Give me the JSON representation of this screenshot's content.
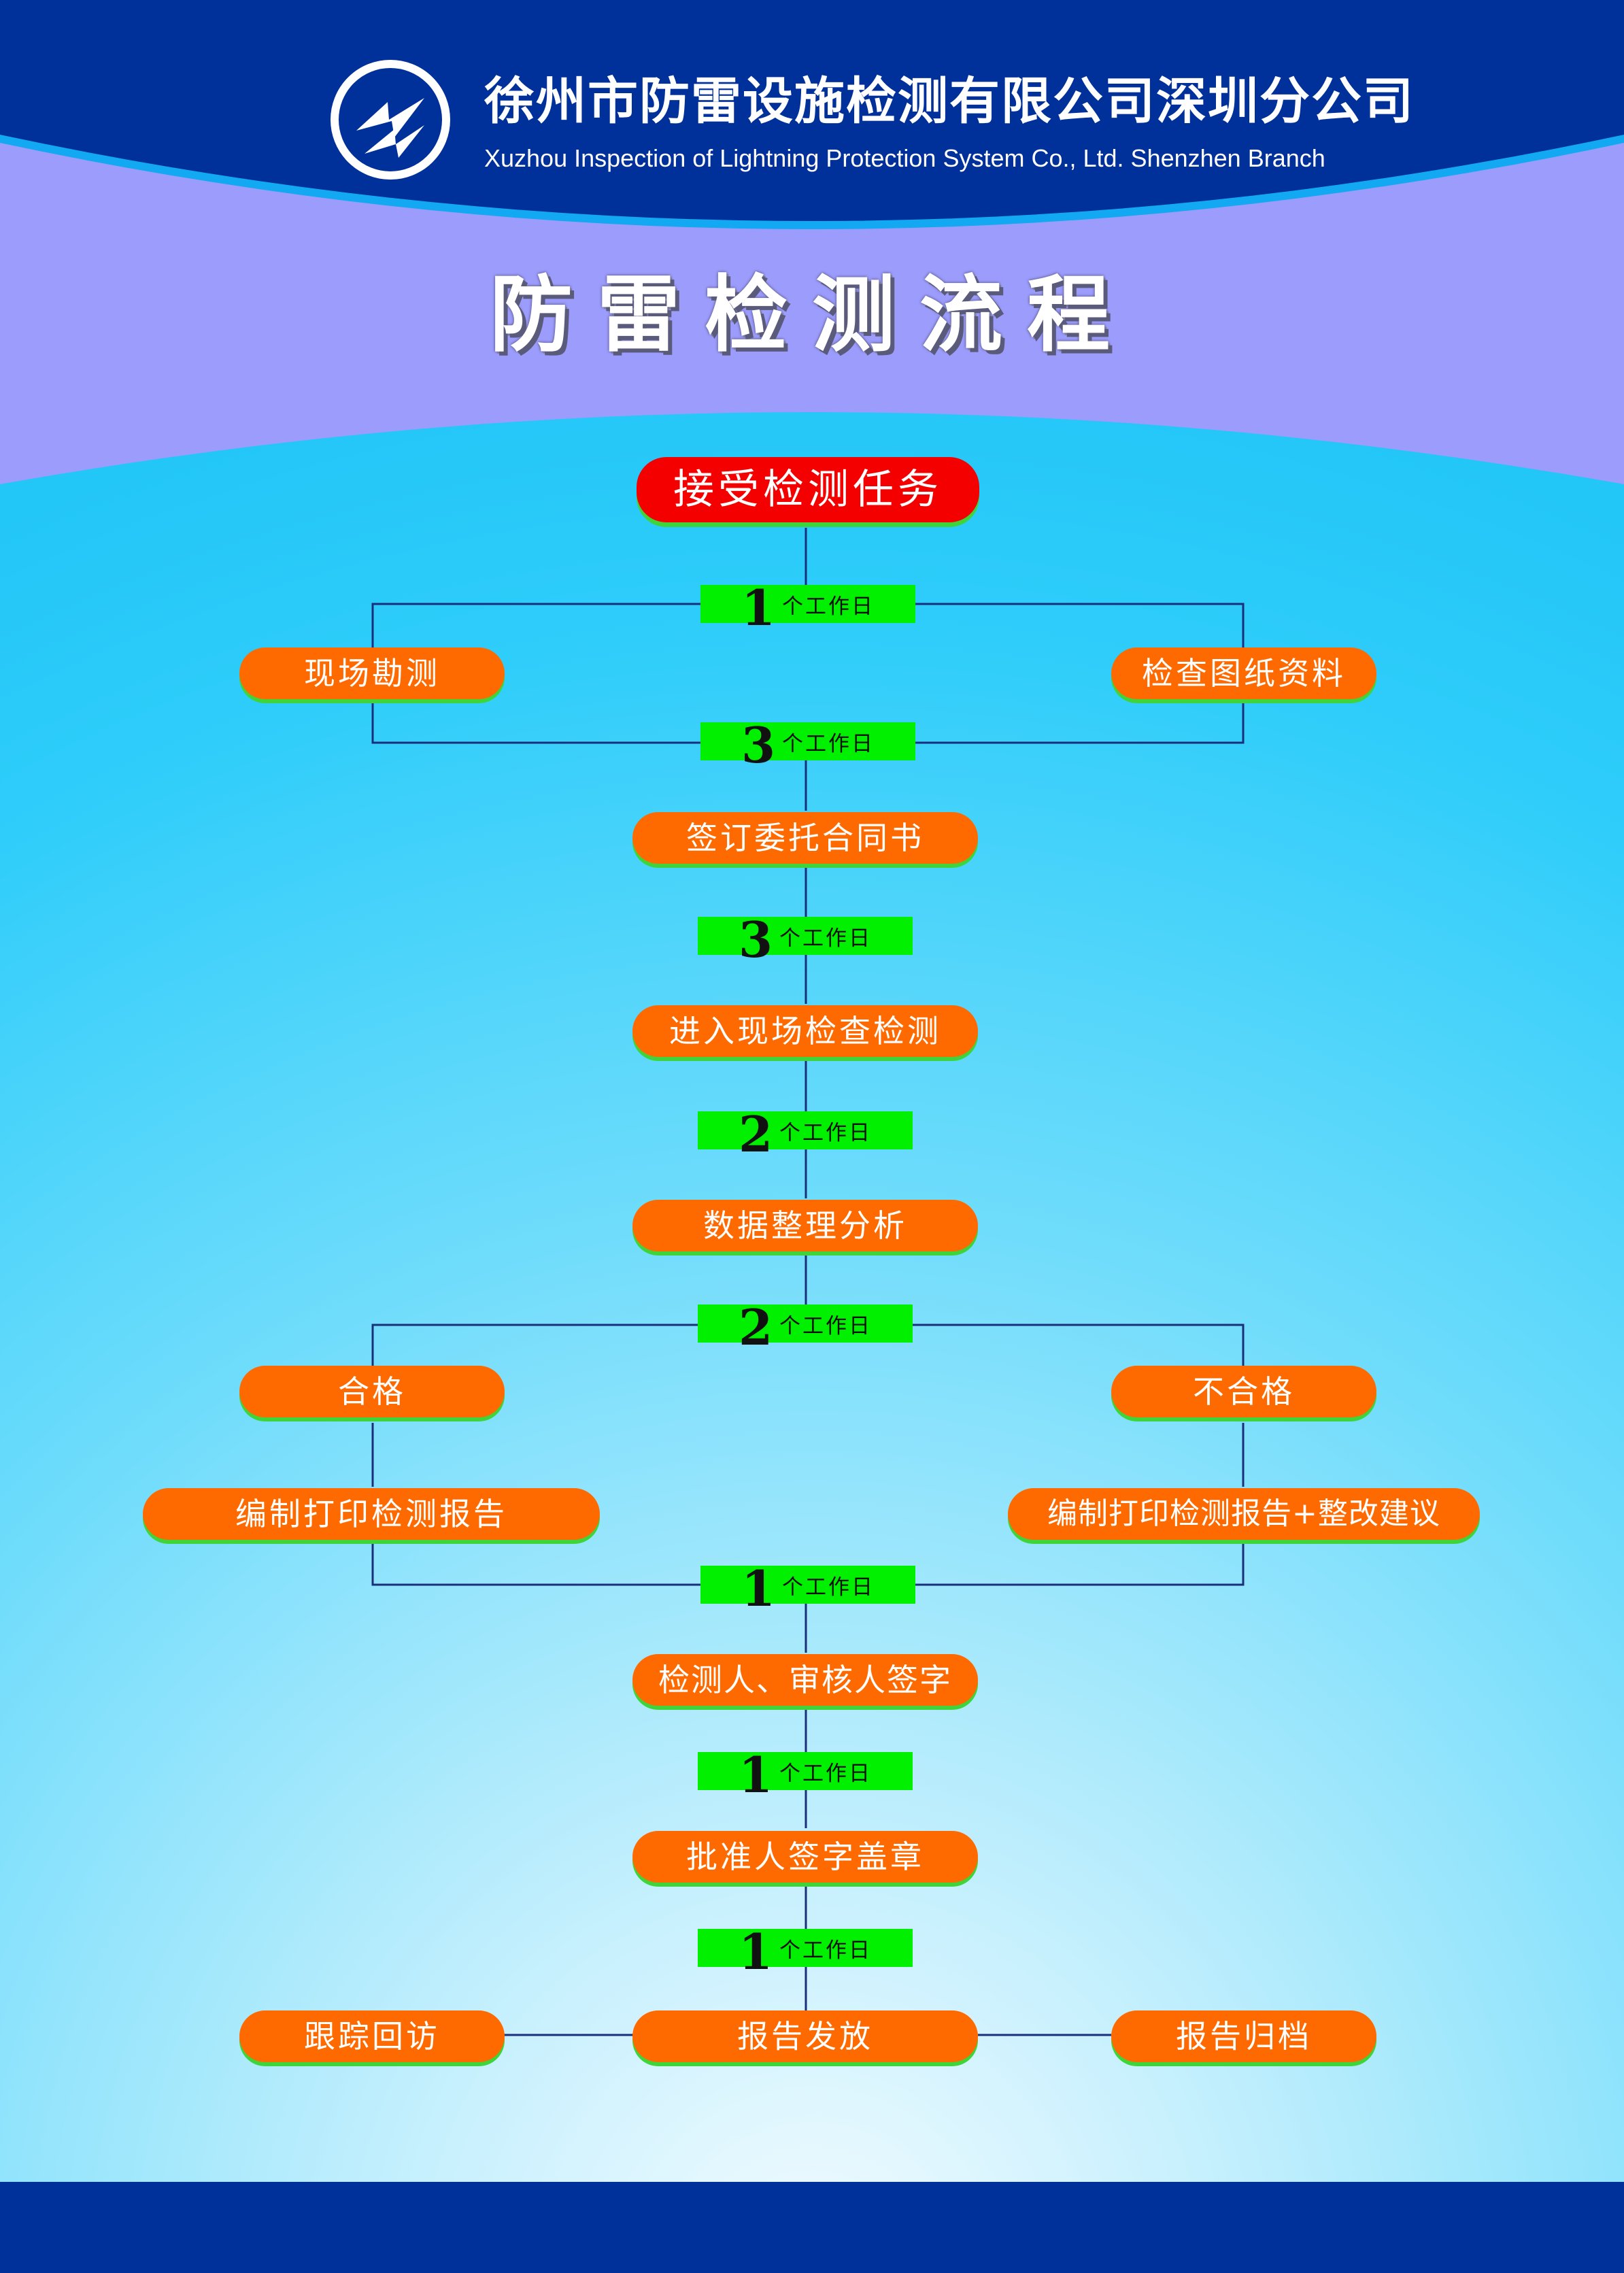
{
  "header": {
    "company_cn": "徐州市防雷设施检测有限公司深圳分公司",
    "company_en": "Xuzhou Inspection of Lightning Protection System Co., Ltd. Shenzhen Branch"
  },
  "title": "防雷检测流程",
  "colors": {
    "navy": "#00309a",
    "lavender": "#9c9cfc",
    "sky": "#2fcdfa",
    "node_orange": "#ff6a00",
    "node_red": "#f40000",
    "badge_green": "#00f000",
    "line": "#1a2f7a"
  },
  "icons": {
    "logo": "lightning-bolt-circle-icon"
  },
  "flow": {
    "start": "接受检测任务",
    "site_survey": "现场勘测",
    "check_drawings": "检查图纸资料",
    "sign_contract": "签订委托合同书",
    "onsite_inspection": "进入现场检查检测",
    "data_analysis": "数据整理分析",
    "pass": "合格",
    "fail": "不合格",
    "report": "编制打印检测报告",
    "report_rectify": "编制打印检测报告+整改建议",
    "sign_inspectors": "检测人、审核人签字",
    "approve_seal": "批准人签字盖章",
    "issue_report": "报告发放",
    "follow_up": "跟踪回访",
    "archive": "报告归档"
  },
  "durations": {
    "unit": "个工作日",
    "d1": "1",
    "d2": "3",
    "d3": "3",
    "d4": "2",
    "d5": "2",
    "d6": "1",
    "d7": "1",
    "d8": "1"
  }
}
